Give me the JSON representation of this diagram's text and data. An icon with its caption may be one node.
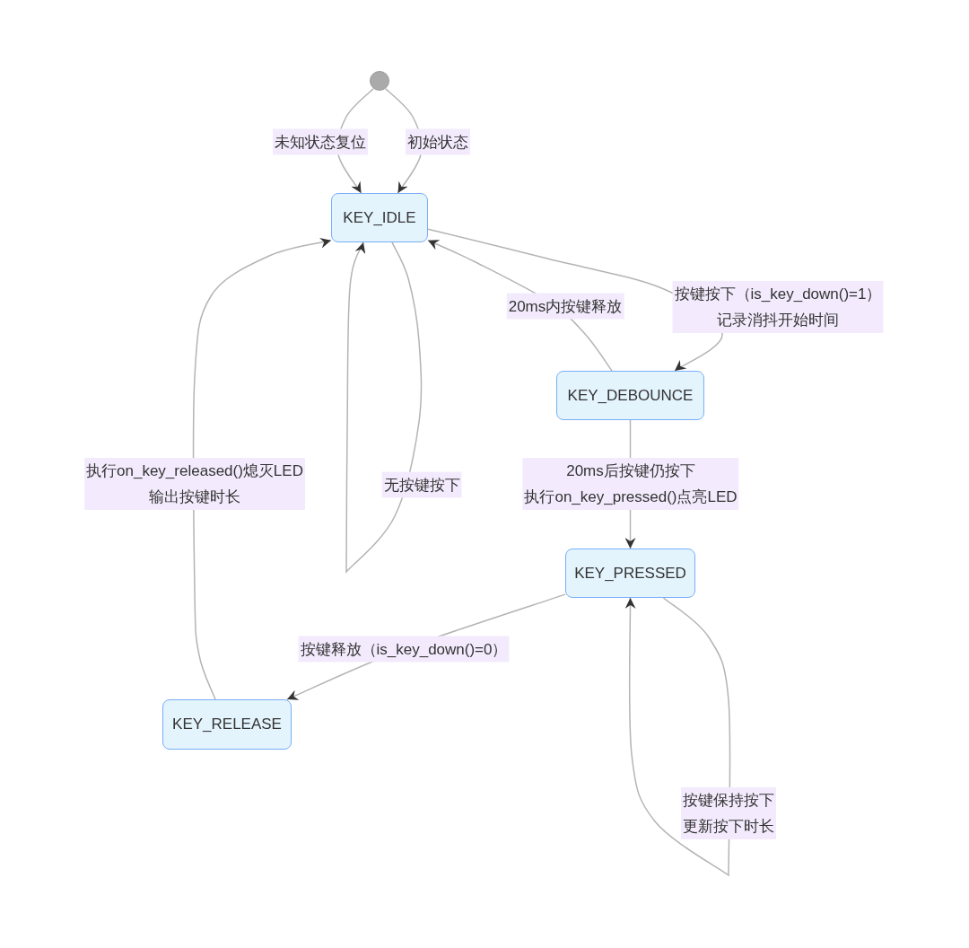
{
  "diagram": {
    "nodes": [
      {
        "text": [],
        "shape": "circle"
      },
      {
        "text": [
          "KEY_IDLE"
        ]
      },
      {
        "text": [
          "KEY_DEBOUNCE"
        ]
      },
      {
        "text": [
          "KEY_PRESSED"
        ]
      },
      {
        "text": [
          "KEY_RELEASE"
        ]
      }
    ],
    "edges": [
      {
        "from": 0,
        "to": 1,
        "arrow": "to",
        "label": "未知状态复位"
      },
      {
        "from": 0,
        "to": 1,
        "arrow": "to",
        "label": "初始状态"
      },
      {
        "from": 1,
        "to": 2,
        "arrow": "to",
        "label": "按键按下（is_key_down()=1）记录消抖开始时间"
      },
      {
        "from": 2,
        "to": 1,
        "arrow": "to",
        "label": "20ms内按键释放"
      },
      {
        "from": 1,
        "to": 1,
        "arrow": "to",
        "label": "无按键按下"
      },
      {
        "from": 4,
        "to": 1,
        "arrow": "to",
        "label": "执行on_key_released()熄灭LED输出按键时长"
      },
      {
        "from": 2,
        "to": 3,
        "arrow": "to",
        "label": "20ms后按键仍按下执行on_key_pressed()点亮LED"
      },
      {
        "from": 3,
        "to": 4,
        "arrow": "to",
        "label": "按键释放（is_key_down()=0）"
      },
      {
        "from": 3,
        "to": 3,
        "arrow": "to",
        "label": "按键保持按下更新按下时长"
      }
    ]
  }
}
